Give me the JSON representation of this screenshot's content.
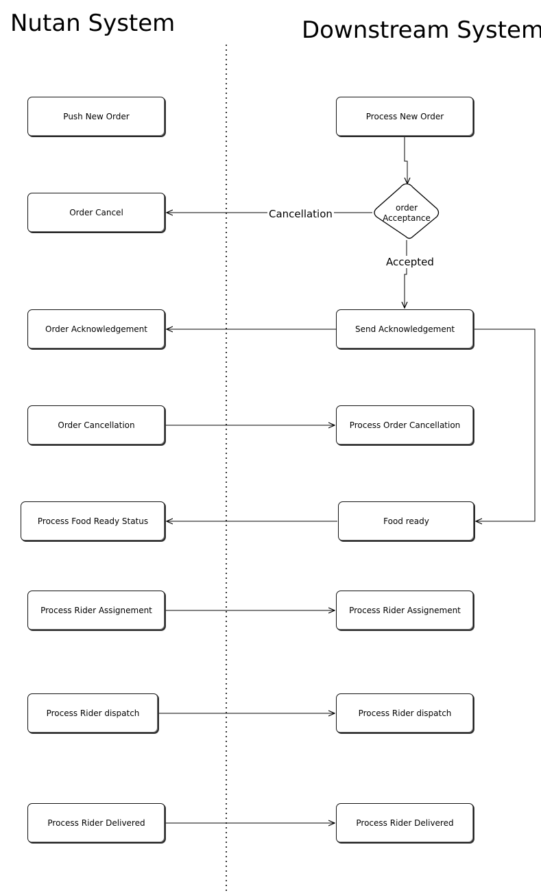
{
  "titles": {
    "left": "Nutan System",
    "right": "Downstream System"
  },
  "left_boxes": {
    "push_new_order": "Push New Order",
    "order_cancel": "Order Cancel",
    "order_acknowledgement": "Order Acknowledgement",
    "order_cancellation": "Order Cancellation",
    "process_food_ready_status": "Process Food Ready Status",
    "process_rider_assignement": "Process Rider Assignement",
    "process_rider_dispatch": "Process Rider dispatch",
    "process_rider_delivered": "Process Rider Delivered"
  },
  "right_boxes": {
    "process_new_order": "Process New Order",
    "send_acknowledgement": "Send Acknowledgement",
    "process_order_cancellation": "Process Order Cancellation",
    "food_ready": "Food ready",
    "process_rider_assignement": "Process Rider Assignement",
    "process_rider_dispatch": "Process Rider dispatch",
    "process_rider_delivered": "Process Rider Delivered"
  },
  "decision": {
    "line1": "order",
    "line2": "Acceptance"
  },
  "edge_labels": {
    "cancellation": "Cancellation",
    "accepted": "Accepted"
  }
}
